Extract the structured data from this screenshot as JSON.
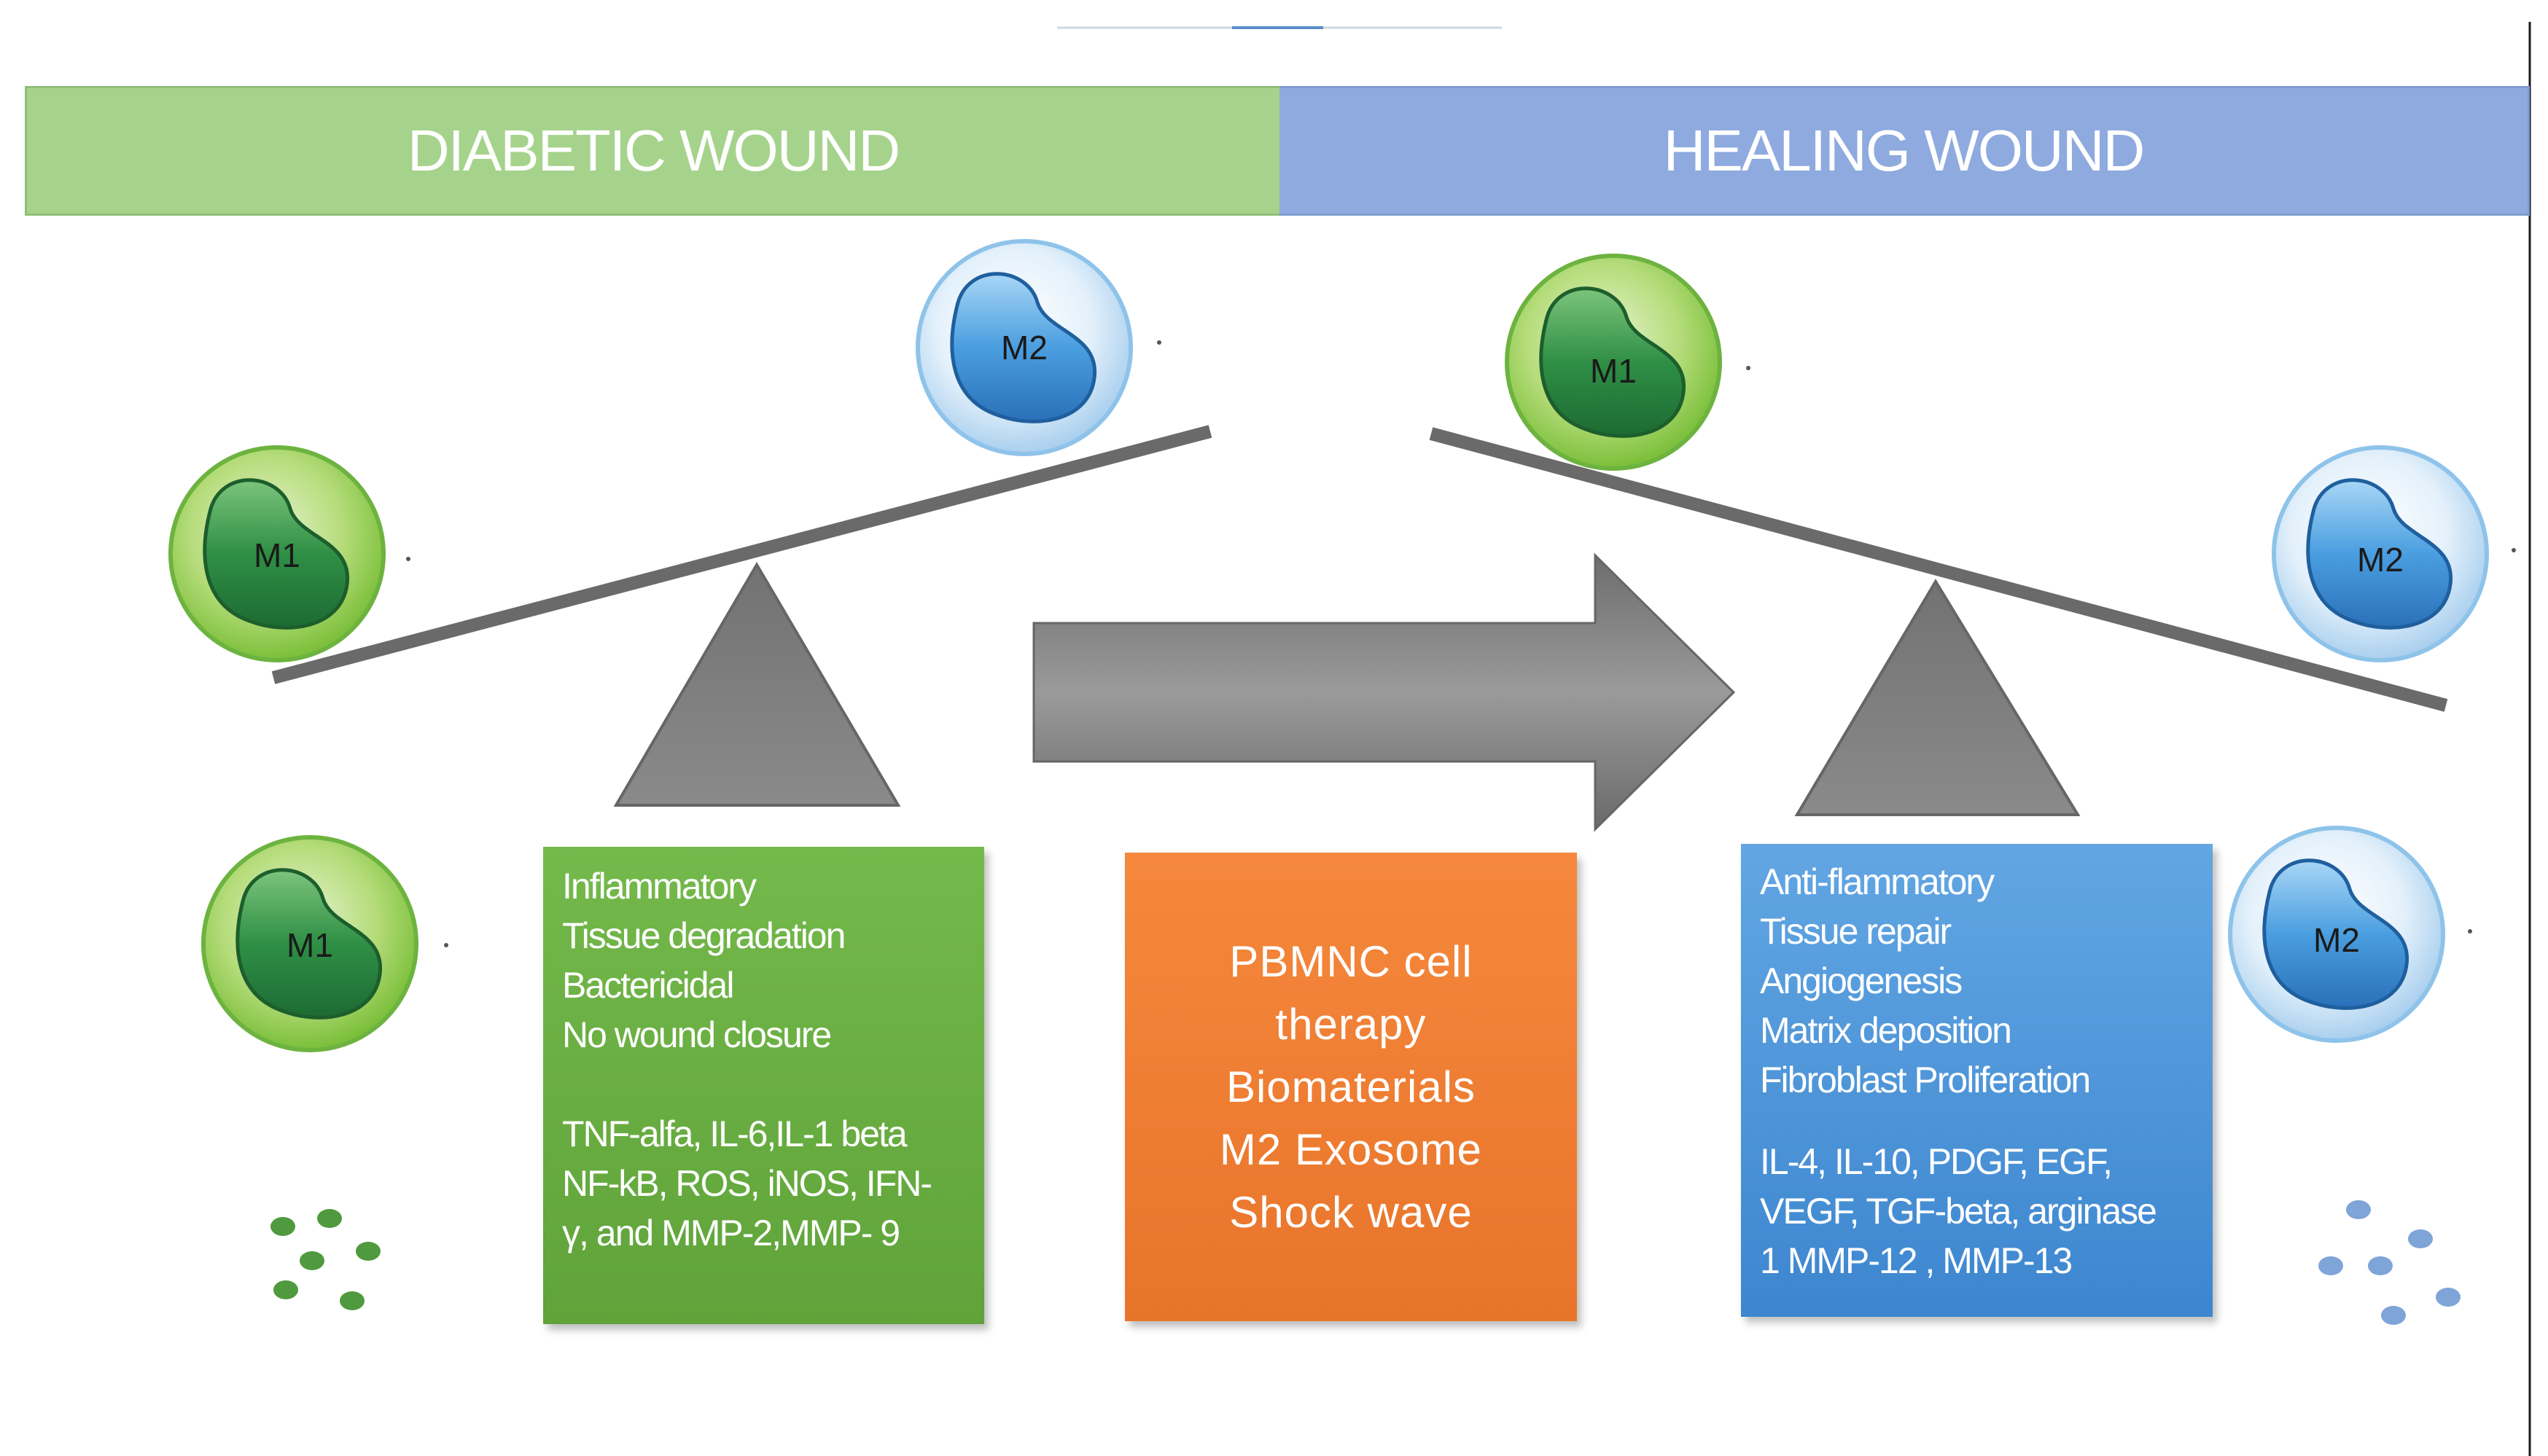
{
  "banners": {
    "left": "DIABETIC WOUND",
    "right": "HEALING WOUND"
  },
  "cells": {
    "diabetic_top_m2": "M2",
    "diabetic_left_m1": "M1",
    "diabetic_bottom_m1": "M1",
    "healing_top_m1": "M1",
    "healing_right_m2": "M2",
    "healing_bottom_m2": "M2"
  },
  "diabetic_box": {
    "lines": [
      "Inflammatory",
      "Tissue degradation",
      "Bactericidal",
      "No wound closure"
    ],
    "cytokines": [
      "TNF-alfa, IL-6,IL-1 beta",
      "NF-kB, ROS, iNOS, IFN-",
      "γ, and MMP-2,MMP- 9"
    ]
  },
  "therapy_box": {
    "lines": [
      "PBMNC cell",
      "therapy",
      "Biomaterials",
      "M2 Exosome",
      "Shock wave"
    ]
  },
  "healing_box": {
    "lines": [
      "Anti-flammatory",
      "Tissue repair",
      "Angiogenesis",
      "Matrix deposition",
      "Fibroblast Proliferation"
    ],
    "cytokines": [
      "IL-4, IL-10, PDGF, EGF,",
      "VEGF, TGF-beta, arginase",
      "1 MMP-12 , MMP-13"
    ]
  },
  "colors": {
    "m1_outer": "#8cc63f",
    "m1_inner": "#2e8b3e",
    "m2_outer": "#cfe6f6",
    "m2_inner": "#3d8fd6",
    "balance": "#6a6a6a",
    "arrow": "#7a7a7a"
  }
}
